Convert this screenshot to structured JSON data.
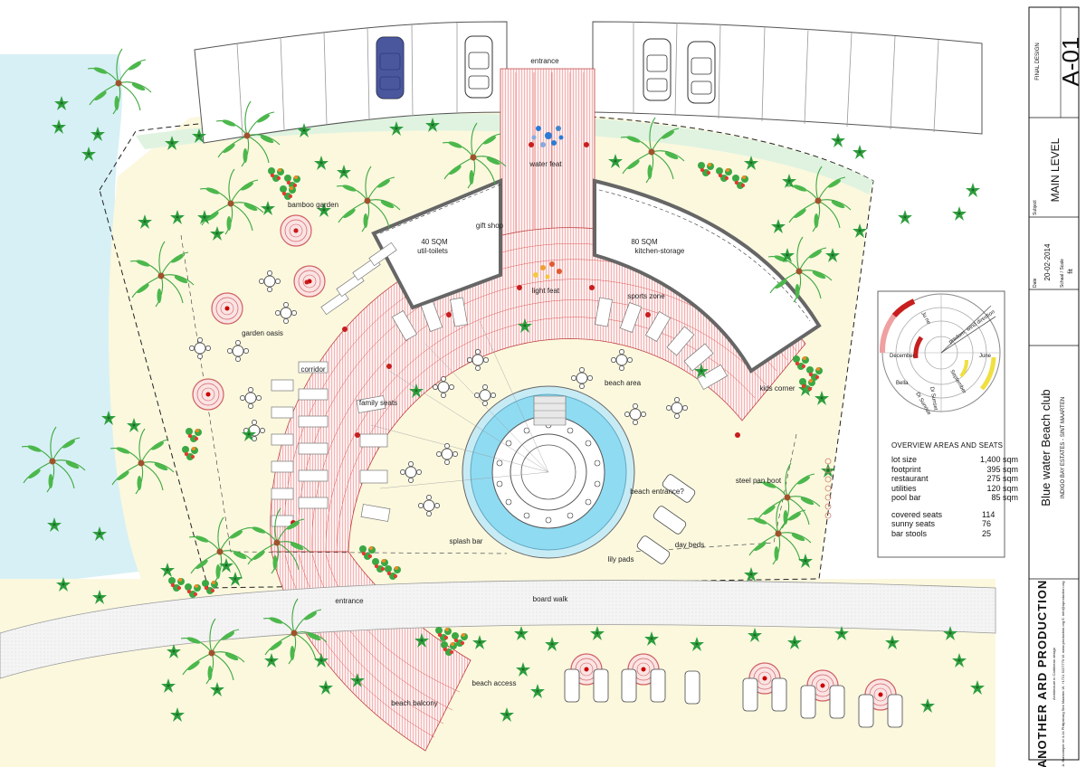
{
  "labels": {
    "entrance_top": "entrance",
    "water_feat": "water feat",
    "gift_shop": "gift shop",
    "util_area": "40 SQM",
    "util_name": "util-toilets",
    "kitchen_area": "80 SQM",
    "kitchen_name": "kitchen-storage",
    "light_feat": "light feat",
    "sports_zone": "sports zone",
    "bamboo_garden": "bamboo garden",
    "garden_oasis": "garden oasis",
    "corridor": "corridor",
    "family_seats": "family seats",
    "beach_area": "beach area",
    "kids_corner": "kids corner",
    "steel_pan_boot": "steel pan boot",
    "beach_entrance": "beach entrance?",
    "splash_bar": "splash bar",
    "day_beds": "day beds",
    "lily_pads": "lily pads",
    "entrance_bottom": "entrance",
    "board_walk": "board walk",
    "beach_access": "beach access",
    "beach_balcony": "beach balcony"
  },
  "overview": {
    "title": "OVERVIEW AREAS AND SEATS",
    "rows": [
      {
        "label": "lot size",
        "value": "1,400 sqm"
      },
      {
        "label": "footprint",
        "value": "395 sqm"
      },
      {
        "label": "restaurant",
        "value": "275 sqm"
      },
      {
        "label": "utilities",
        "value": "120 sqm"
      },
      {
        "label": "pool bar",
        "value": "85 sqm"
      }
    ],
    "seats": [
      {
        "label": "covered seats",
        "value": "114"
      },
      {
        "label": "sunny seats",
        "value": "76"
      },
      {
        "label": "bar stools",
        "value": "25"
      }
    ]
  },
  "sun_diagram": {
    "december": "December",
    "june": "June",
    "wind": "predom. wind direction",
    "labels": [
      "Bella",
      "Di Sunrise",
      "Di Sunset",
      "September",
      "Ju ne"
    ]
  },
  "titleblock": {
    "sheet_label": "FINAL DESIGN",
    "sheet": "A-01",
    "subject_label": "Subject",
    "subject": "MAIN LEVEL",
    "date_label": "Date",
    "date": "20-02-2014",
    "scale_label": "Schaal / Scale",
    "scale": "fit",
    "project": "Blue water Beach club",
    "client": "INDIGO BAY ESTATES - SINT MAARTEN",
    "firm": "ANOTHER ARD PRODUCTION",
    "firm_tagline": "Architecture in Caribbean design",
    "firm_address": "A. Buncamper rd 4-14 Philipsburg Sint Maarten W. +1721 5227770 W. www.production.org E. info@aproduction.org"
  },
  "colors": {
    "sand": "#fbf8de",
    "water": "#d6f0f4",
    "pool": "#9fe0f0",
    "deck": "#e05a5a",
    "palm": "#3fa83f",
    "accent_cyan": "#33ccff"
  }
}
